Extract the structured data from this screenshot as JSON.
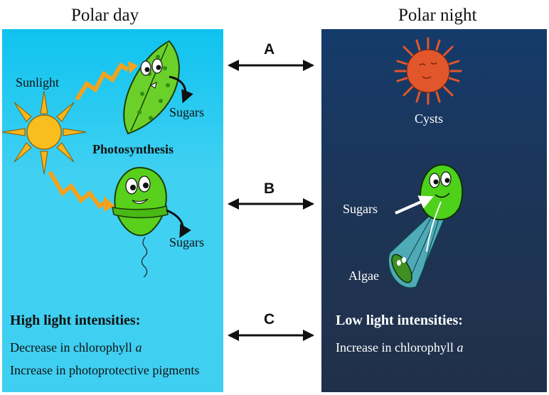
{
  "headings": {
    "left": "Polar day",
    "right": "Polar night"
  },
  "day": {
    "sunlight": "Sunlight",
    "sugars_top": "Sugars",
    "photosynthesis": "Photosynthesis",
    "sugars_bottom": "Sugars",
    "title": "High light intensities:",
    "line1": "Decrease in chlorophyll",
    "line1_var": "a",
    "line2": "Increase in photoprotective pigments"
  },
  "night": {
    "cysts": "Cysts",
    "sugars": "Sugars",
    "algae": "Algae",
    "title": "Low light intensities:",
    "line1": "Increase in chlorophyll",
    "line1_var": "a"
  },
  "arrows": {
    "a": "A",
    "b": "B",
    "c": "C"
  },
  "colors": {
    "day_panel": "#0fc3ef",
    "night_panel": "#1d3558",
    "sun": "#f7b51b",
    "light_ray": "#f3a21d",
    "cell_green": "#5ccf1a",
    "cyst_orange": "#e2562b",
    "algae_cone": "#5fd3d8"
  }
}
